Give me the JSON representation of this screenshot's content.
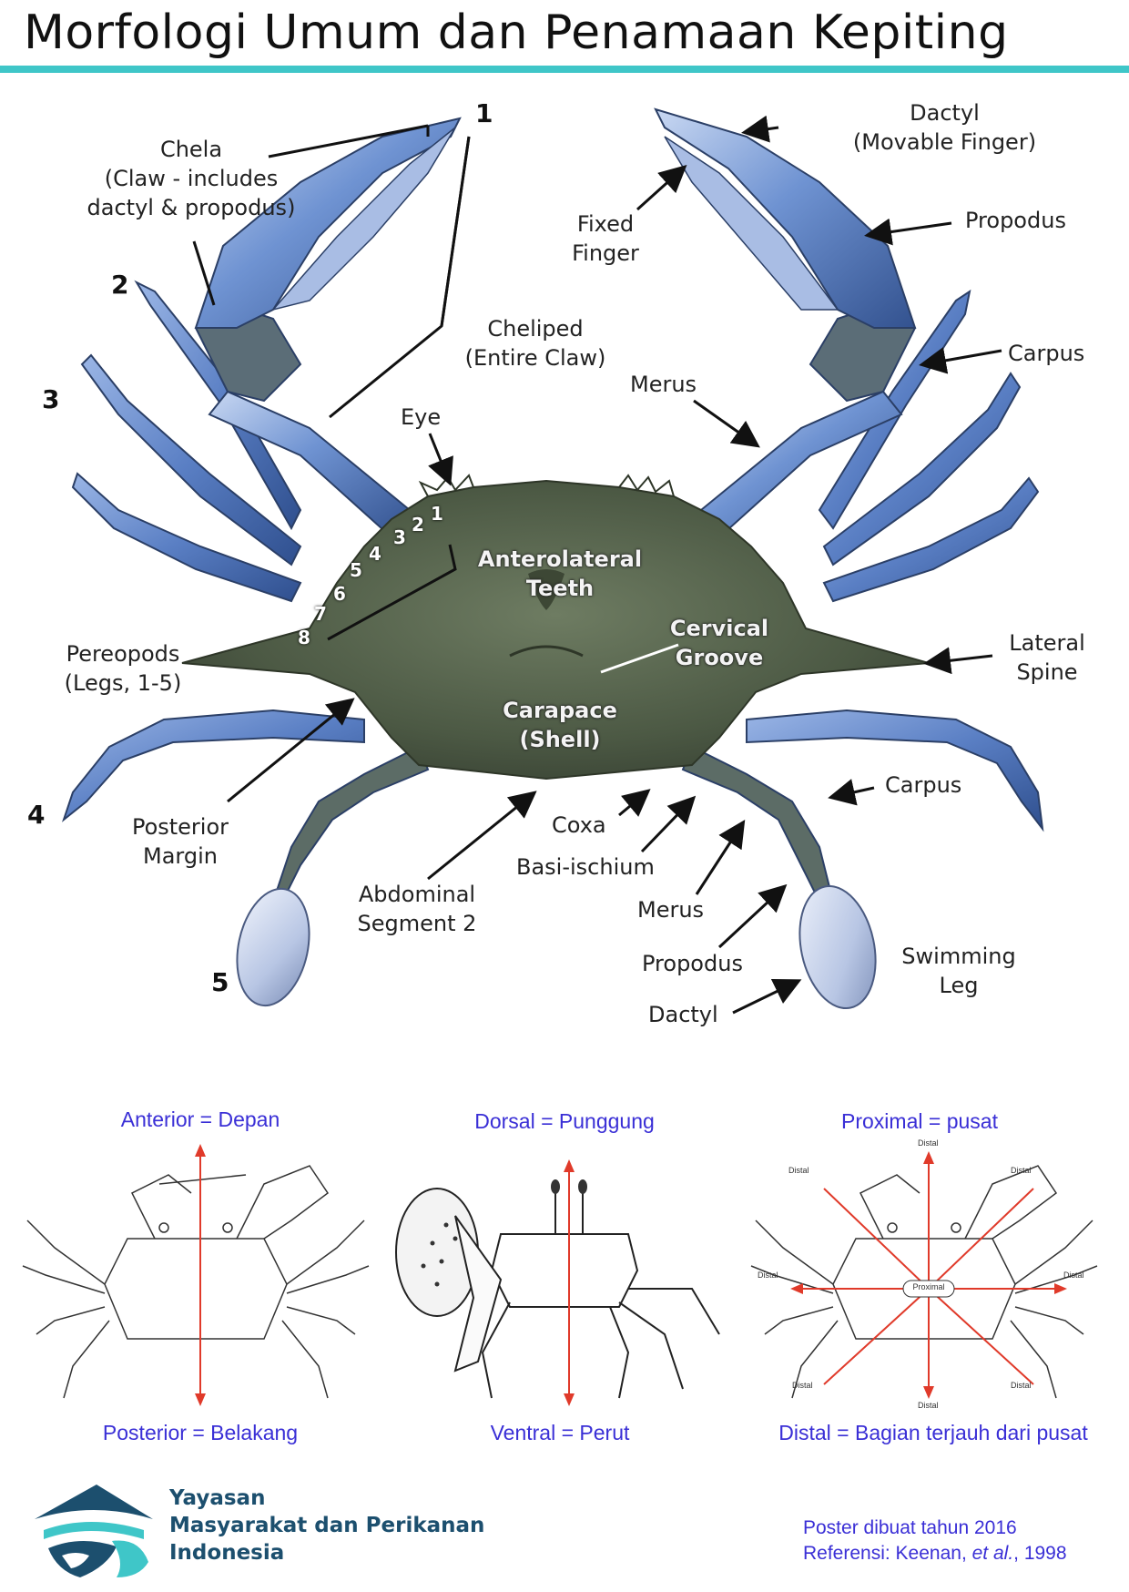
{
  "title": "Morfologi Umum dan Penamaan Kepiting",
  "main_diagram": {
    "labels": {
      "chela": "Chela\n(Claw - includes\ndactyl & propodus)",
      "dactyl_movable": "Dactyl\n(Movable Finger)",
      "fixed_finger": "Fixed\nFinger",
      "propodus_claw": "Propodus",
      "cheliped": "Cheliped\n(Entire Claw)",
      "carpus_claw": "Carpus",
      "merus_claw": "Merus",
      "eye": "Eye",
      "anterolateral_teeth": "Anterolateral\nTeeth",
      "cervical_groove": "Cervical\nGroove",
      "lateral_spine": "Lateral\nSpine",
      "pereopods": "Pereopods\n(Legs, 1-5)",
      "carapace": "Carapace\n(Shell)",
      "posterior_margin": "Posterior\nMargin",
      "carpus_leg": "Carpus",
      "coxa": "Coxa",
      "basi_ischium": "Basi-ischium",
      "abdominal_segment": "Abdominal\nSegment 2",
      "merus_leg": "Merus",
      "propodus_leg": "Propodus",
      "swimming_leg": "Swimming\nLeg",
      "dactyl_leg": "Dactyl"
    },
    "leg_numbers": [
      "1",
      "2",
      "3",
      "4",
      "5"
    ],
    "teeth_numbers": [
      "1",
      "2",
      "3",
      "4",
      "5",
      "6",
      "7",
      "8"
    ]
  },
  "orientation_panels": [
    {
      "top_label": "Anterior = Depan",
      "bottom_label": "Posterior = Belakang"
    },
    {
      "top_label": "Dorsal = Punggung",
      "bottom_label": "Ventral = Perut"
    },
    {
      "top_label": "Proximal = pusat",
      "bottom_label": "Distal = Bagian terjauh dari pusat",
      "center_label": "Proximal",
      "distal_label": "Distal"
    }
  ],
  "organization": {
    "line1": "Yayasan",
    "line2": "Masyarakat dan Perikanan",
    "line3": "Indonesia"
  },
  "footer": {
    "line1": "Poster dibuat tahun 2016",
    "line2_prefix": "Referensi: Keenan, ",
    "line2_italic": "et al.",
    "line2_suffix": ", 1998"
  },
  "colors": {
    "accent_teal": "#3fc6c8",
    "term_blue": "#3a2fd6",
    "arrow_red": "#e03a2a",
    "org_navy": "#1c4f6e",
    "crab_blue": "#5f85c8",
    "carapace_green": "#5a6a50"
  }
}
